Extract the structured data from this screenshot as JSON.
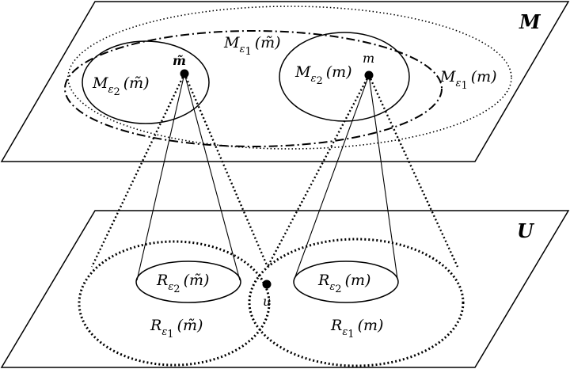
{
  "planes": {
    "upper": {
      "label": "M"
    },
    "lower": {
      "label": "U"
    }
  },
  "points": {
    "m_tilde": "m̃",
    "m": "m",
    "u": "u"
  },
  "upper_plane": {
    "outer_m_tilde": {
      "sym": "M",
      "sub": "ε",
      "subsub": "1",
      "arg": "(m̃)"
    },
    "inner_m_tilde": {
      "sym": "M",
      "sub": "ε",
      "subsub": "2",
      "arg": "(m̃)"
    },
    "inner_m": {
      "sym": "M",
      "sub": "ε",
      "subsub": "2",
      "arg": "(m)"
    },
    "outer_m": {
      "sym": "M",
      "sub": "ε",
      "subsub": "1",
      "arg": "(m)"
    }
  },
  "lower_plane": {
    "inner_m_tilde": {
      "sym": "R",
      "sub": "ε",
      "subsub": "2",
      "arg": "(m̃)"
    },
    "inner_m": {
      "sym": "R",
      "sub": "ε",
      "subsub": "2",
      "arg": "(m)"
    },
    "outer_m_tilde": {
      "sym": "R",
      "sub": "ε",
      "subsub": "1",
      "arg": "(m̃)"
    },
    "outer_m": {
      "sym": "R",
      "sub": "ε",
      "subsub": "1",
      "arg": "(m)"
    }
  },
  "colors": {
    "stroke": "#000000",
    "background": "#ffffff"
  }
}
